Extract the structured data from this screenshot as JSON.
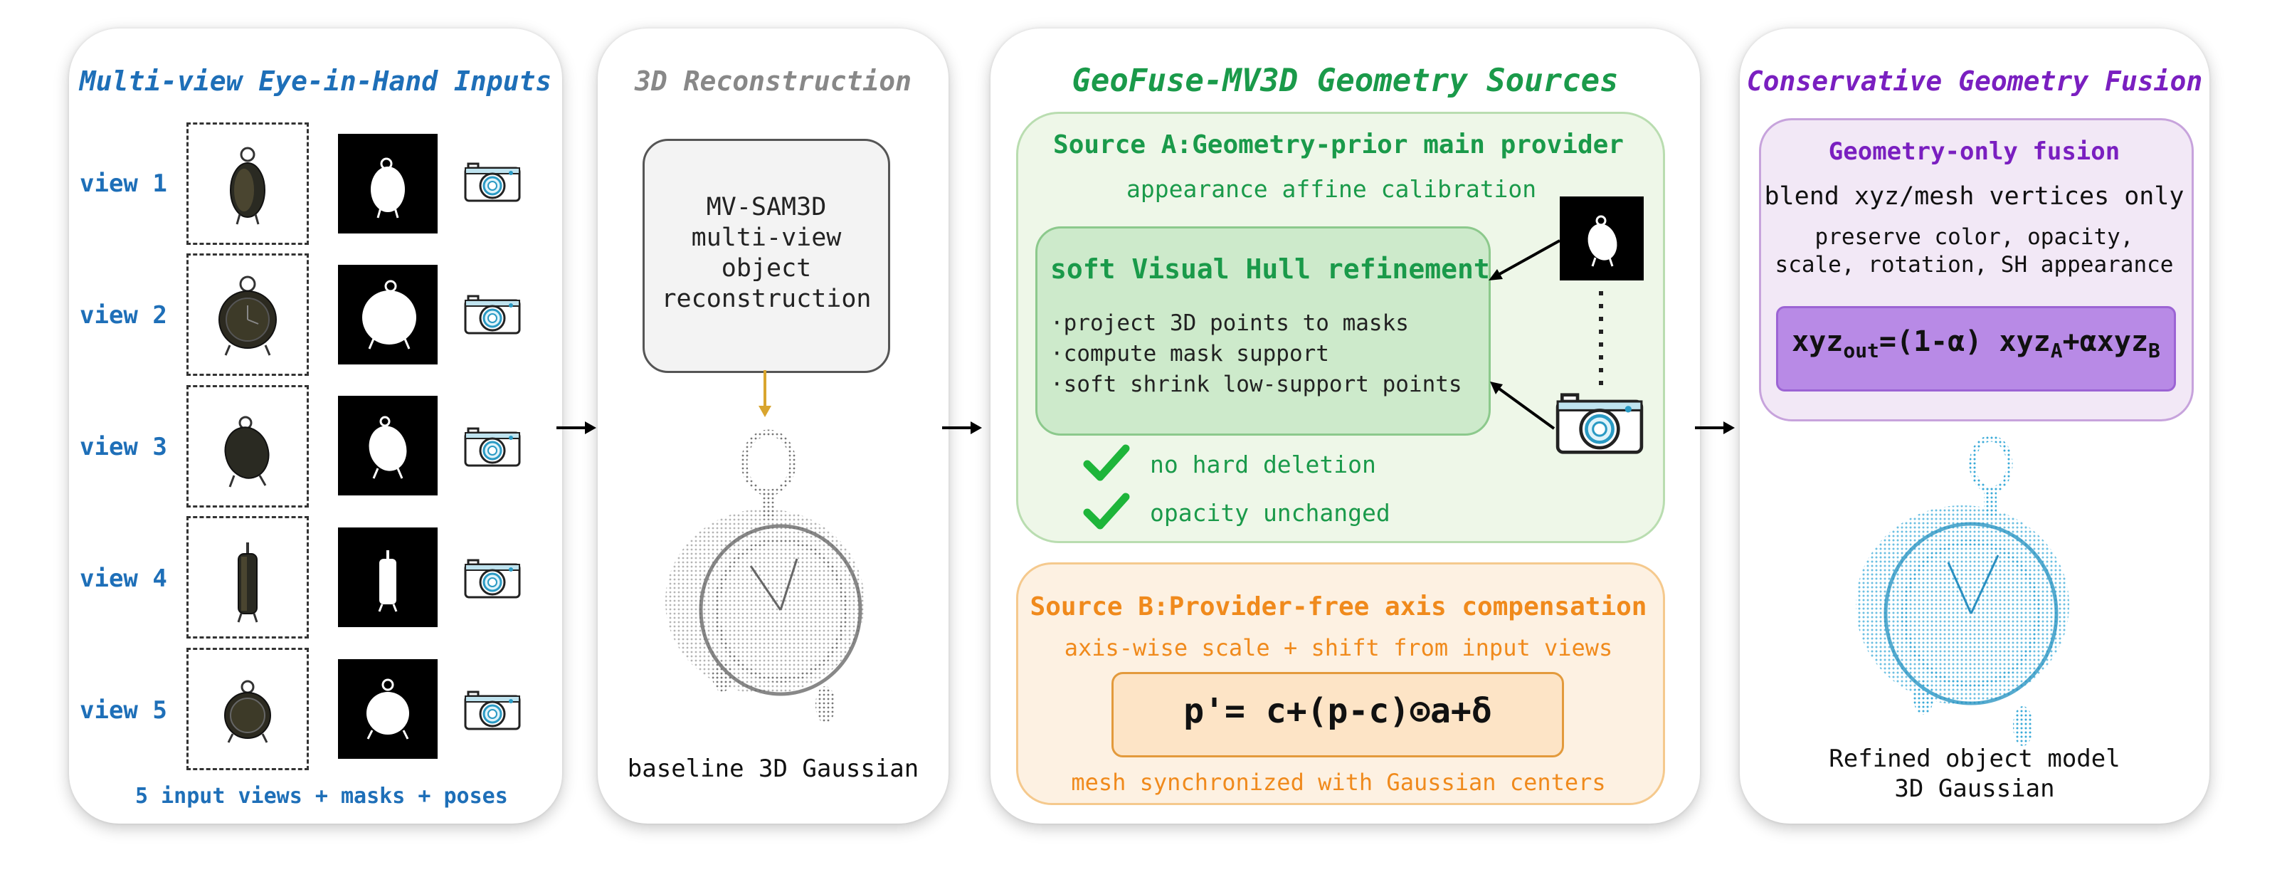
{
  "panel1": {
    "title": "Multi-view Eye-in-Hand Inputs",
    "views": [
      {
        "label": "view 1"
      },
      {
        "label": "view 2"
      },
      {
        "label": "view 3"
      },
      {
        "label": "view 4"
      },
      {
        "label": "view 5"
      }
    ],
    "footer": "5 input views + masks + poses"
  },
  "panel2": {
    "title": "3D Reconstruction",
    "box_lines": [
      "MV-SAM3D",
      "multi-view",
      "object",
      "reconstruction"
    ],
    "caption": "baseline 3D Gaussian"
  },
  "panel3": {
    "title": "GeoFuse-MV3D Geometry Sources",
    "sourceA": {
      "title": "Source A:Geometry-prior main provider",
      "subtitle": "appearance affine calibration",
      "inner_title": "soft Visual Hull refinement",
      "bullets": [
        "·project 3D points to masks",
        "·compute mask support",
        "·soft shrink low-support points"
      ],
      "checks": [
        "no hard deletion",
        "opacity unchanged"
      ]
    },
    "sourceB": {
      "title": "Source B:Provider-free axis compensation",
      "subtitle": "axis-wise scale + shift from input views",
      "formula": "p'= c+(p-c)⊙a+δ",
      "footer": "mesh synchronized with Gaussian centers"
    }
  },
  "panel4": {
    "title": "Conservative Geometry Fusion",
    "box_title": "Geometry-only fusion",
    "line1": "blend xyz/mesh vertices only",
    "line2": "preserve color, opacity,",
    "line3": "scale, rotation, SH appearance",
    "formula": {
      "xyz": "xyz",
      "sub_out": "out",
      "mid": "=(1-α) xyz",
      "sub_a": "A",
      "plus": "+αxyz",
      "sub_b": "B"
    },
    "caption_line1": "Refined object model",
    "caption_line2": "3D Gaussian"
  },
  "colors": {
    "blue": "#1e6fb8",
    "gray_title": "#888888",
    "green": "#1a9a4a",
    "orange": "#f08a1c",
    "purple": "#7a1fc0",
    "green_bg": "#eef7e8",
    "orange_bg": "#fdf1e2",
    "purple_bg": "#f2e8f6"
  },
  "icons": [
    "camera-icon",
    "clock-object-icon",
    "mask-silhouette-icon",
    "check-icon",
    "arrow-right-icon"
  ]
}
